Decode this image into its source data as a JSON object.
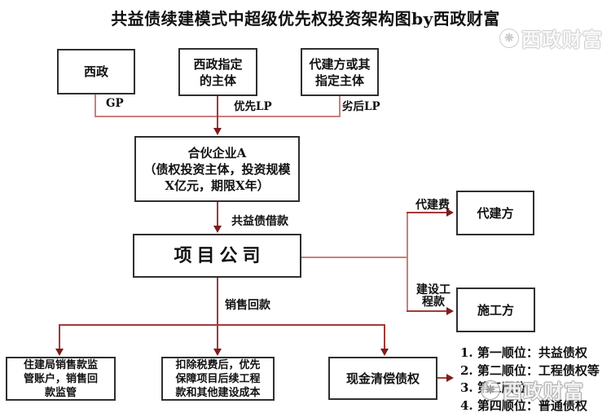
{
  "title": "共益债续建模式中超级优先权投资架构图by西政财富",
  "watermark": {
    "text": "西政财富",
    "logo_glyph": "❋"
  },
  "nodes": {
    "xizheng": {
      "lines": [
        "西政"
      ]
    },
    "designated": {
      "lines": [
        "西政指定",
        "的主体"
      ]
    },
    "agent": {
      "lines": [
        "代建方或其",
        "指定主体"
      ]
    },
    "partnership": {
      "lines": [
        "合伙企业A",
        "（债权投资主体，投资规模",
        "X亿元，期限X年）"
      ]
    },
    "project": {
      "lines": [
        "项目公司"
      ]
    },
    "daijianfang": {
      "lines": [
        "代建方"
      ]
    },
    "shigongfang": {
      "lines": [
        "施工方"
      ]
    },
    "bureau": {
      "lines": [
        "住建局销售款监",
        "管账户，销售回",
        "款监管"
      ]
    },
    "tax": {
      "lines": [
        "扣除税费后，优先",
        "保障项目后续工程",
        "款和其他建设成本"
      ]
    },
    "cash": {
      "lines": [
        "现金清偿债权"
      ]
    }
  },
  "edge_labels": {
    "gp": "GP",
    "senior_lp": "优先LP",
    "junior_lp": "劣后LP",
    "loan": "共益债借款",
    "agency_fee": "代建费",
    "construction_fee": [
      "建设工",
      "程款"
    ],
    "sales_proceeds": "销售回款"
  },
  "priority_list": {
    "items": [
      "1. 第一顺位：共益债权",
      "2. 第二顺位：工程债权等",
      "3. 第三顺位：",
      "4. 第四顺位：普通债权"
    ]
  },
  "colors": {
    "connector": "#c9807c",
    "arrow_stem": "#a03b38",
    "arrowhead": "#7e1d1c",
    "box_border": "#2f2f2f",
    "text": "#111111",
    "watermark_outline": "#9a9a9a"
  }
}
